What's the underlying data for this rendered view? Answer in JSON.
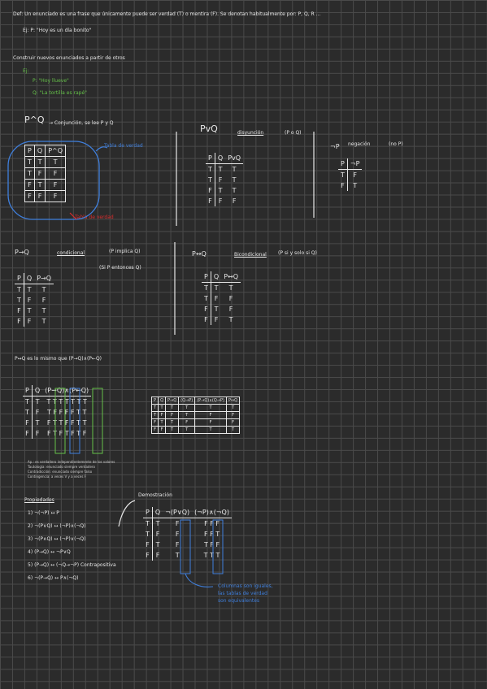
{
  "definition": {
    "line1": "Def: Un enunciado es una frase que únicamente puede ser verdad (T) o mentira (F). Se denotan habitualmente por: P, Q, R ...",
    "line2": "Ej: P: \"Hoy es un día bonito\""
  },
  "build": {
    "title": "Construir nuevos enunciados a partir de otros",
    "ex_label": "Ej:",
    "p": "P: \"Hoy llueve\"",
    "q": "Q: \"La tortilla es rapé\""
  },
  "conjunction": {
    "title": "P^Q",
    "desc": "→ Conjunción, se lee P y Q",
    "header": [
      "P",
      "Q",
      "P^Q"
    ],
    "rows": [
      [
        "T",
        "T",
        "T"
      ],
      [
        "T",
        "F",
        "F"
      ],
      [
        "F",
        "T",
        "F"
      ],
      [
        "F",
        "F",
        "F"
      ]
    ],
    "note_blue": "Tabla de verdad",
    "note_red": "Tabla de verdad"
  },
  "disjunction": {
    "title": "PvQ",
    "word": "disyunción",
    "alt": "(P o Q)",
    "header": [
      "P",
      "Q",
      "PvQ"
    ],
    "rows": [
      [
        "T",
        "T",
        "T"
      ],
      [
        "T",
        "F",
        "T"
      ],
      [
        "F",
        "T",
        "T"
      ],
      [
        "F",
        "F",
        "F"
      ]
    ]
  },
  "negation": {
    "title": "¬P",
    "word": "negación",
    "alt": "(no P)",
    "header": [
      "P",
      "¬P"
    ],
    "rows": [
      [
        "T",
        "F"
      ],
      [
        "F",
        "T"
      ]
    ]
  },
  "conditional": {
    "title": "P→Q",
    "word": "condicional",
    "alt1": "(P implica Q)",
    "alt2": "(Si P entonces Q)",
    "header": [
      "P",
      "Q",
      "P→Q"
    ],
    "rows": [
      [
        "T",
        "T",
        "T"
      ],
      [
        "T",
        "F",
        "F"
      ],
      [
        "F",
        "T",
        "T"
      ],
      [
        "F",
        "F",
        "T"
      ]
    ]
  },
  "biconditional": {
    "title": "P↔Q",
    "word": "Bicondicional",
    "alt": "(P si y solo si Q)",
    "header": [
      "P",
      "Q",
      "P↔Q"
    ],
    "rows": [
      [
        "T",
        "T",
        "T"
      ],
      [
        "T",
        "F",
        "F"
      ],
      [
        "F",
        "T",
        "F"
      ],
      [
        "F",
        "F",
        "T"
      ]
    ]
  },
  "equivalence": {
    "line": "P↔Q es lo mismo que (P→Q)∧(P←Q)",
    "header": [
      "P",
      "Q",
      "(P→Q)∧(P←Q)"
    ],
    "rows": [
      [
        "T",
        "T",
        "T T T T T T T"
      ],
      [
        "T",
        "F",
        "T F F F F T T"
      ],
      [
        "F",
        "T",
        "F T T F F T T"
      ],
      [
        "F",
        "F",
        "F T F T F T F"
      ]
    ],
    "notes": [
      "Ap.: es verdadero independientemente de los valores",
      "Tautología: enunciado siempre verdadero",
      "Contradicción: enunciado siempre falso",
      "Contingencia: a veces V y a veces F"
    ]
  },
  "big_table": {
    "header": [
      "P",
      "Q",
      "P→Q",
      "(Q→P)",
      "(P→Q)∧(Q→P)",
      "P↔Q"
    ],
    "rows": [
      [
        "T",
        "T",
        "T",
        "T",
        "T",
        "T"
      ],
      [
        "T",
        "F",
        "F",
        "T",
        "F",
        "F"
      ],
      [
        "F",
        "T",
        "T",
        "F",
        "F",
        "F"
      ],
      [
        "F",
        "F",
        "T",
        "T",
        "T",
        "T"
      ]
    ]
  },
  "properties": {
    "title": "Propiedades",
    "items": [
      "1) ¬(¬P) ↔ P",
      "2) ¬(P∨Q) ↔ (¬P)∧(¬Q)",
      "3) ¬(P∧Q) ↔ (¬P)∨(¬Q)",
      "4) (P→Q) ↔ ¬P∨Q",
      "5) (P→Q) ↔ (¬Q→¬P)  Contrapositiva",
      "6) ¬(P→Q) ↔ P∧(¬Q)"
    ]
  },
  "demo": {
    "title": "Demostración",
    "header": [
      "P",
      "Q",
      "¬(P∨Q)",
      "(¬P)∧(¬Q)"
    ],
    "rows": [
      [
        "T",
        "T",
        "F",
        "F F F"
      ],
      [
        "T",
        "F",
        "F",
        "F F T"
      ],
      [
        "F",
        "T",
        "F",
        "T F F"
      ],
      [
        "F",
        "F",
        "T",
        "T T T"
      ]
    ],
    "note": [
      "Columnas son iguales,",
      "las tablas de verdad",
      "son equivalentes"
    ]
  },
  "colors": {
    "green": "#66c24a",
    "blue": "#3f7fdc",
    "red": "#d92c2c",
    "ink": "#e8e8e8",
    "paper": "#2b2b2b",
    "grid": "#4a4a4a"
  }
}
